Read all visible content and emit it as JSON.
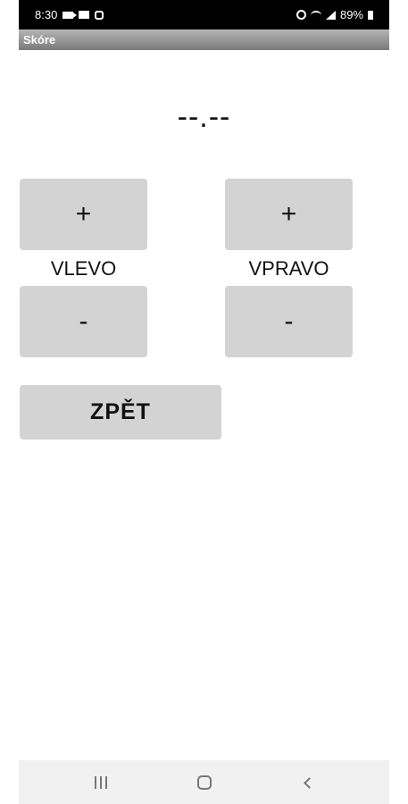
{
  "status_bar": {
    "time": "8:30",
    "battery": "89%",
    "left_icons": [
      "video-icon",
      "mail-icon",
      "record-icon"
    ],
    "right_icons": [
      "alarm-icon",
      "wifi-icon",
      "signal-icon",
      "battery-icon"
    ]
  },
  "app_bar": {
    "title": "Skóre"
  },
  "score": {
    "value": "--.--"
  },
  "controls": {
    "left": {
      "plus_label": "+",
      "label": "VLEVO",
      "minus_label": "-"
    },
    "right": {
      "plus_label": "+",
      "label": "VPRAVO",
      "minus_label": "-"
    },
    "back_label": "ZPĚT"
  },
  "nav_bar": {
    "icons": [
      "recent-apps-icon",
      "home-icon",
      "back-icon"
    ]
  },
  "colors": {
    "button_bg": "#d3d3d3",
    "app_bar_top": "#b5b5b5",
    "app_bar_bottom": "#7a7a7a",
    "status_bar_bg": "#000000",
    "nav_bar_bg": "#f1f1f1"
  }
}
